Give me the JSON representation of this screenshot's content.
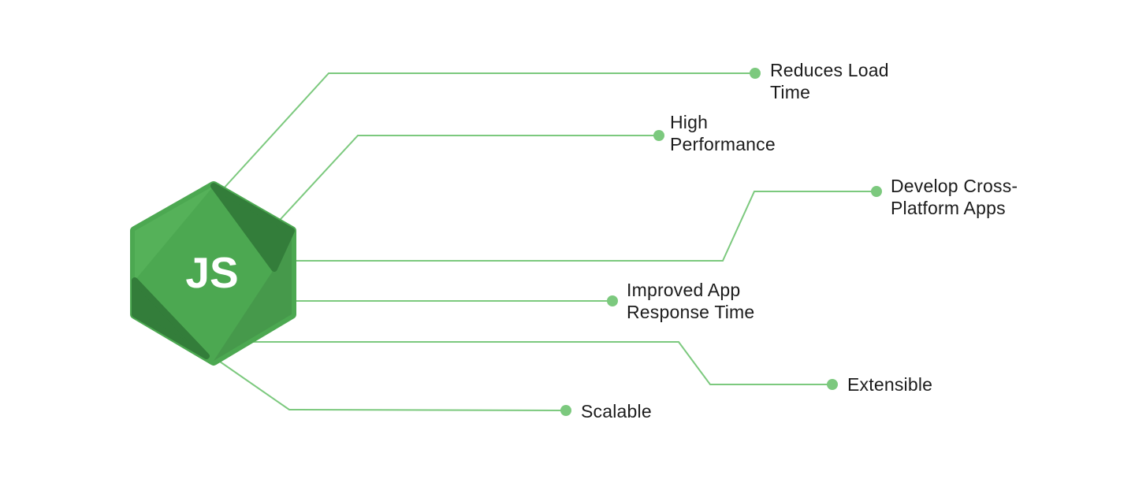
{
  "logo": {
    "label": "JS"
  },
  "features": [
    {
      "id": "reduces-load-time",
      "label": "Reduces Load\nTime"
    },
    {
      "id": "high-performance",
      "label": "High\nPerformance"
    },
    {
      "id": "develop-cross-platform-apps",
      "label": "Develop Cross-\nPlatform Apps"
    },
    {
      "id": "improved-app-response-time",
      "label": "Improved App\nResponse Time"
    },
    {
      "id": "extensible",
      "label": "Extensible"
    },
    {
      "id": "scalable",
      "label": "Scalable"
    }
  ],
  "colors": {
    "connector": "#7CC97E",
    "hexagon_base": "#4CA851",
    "hexagon_light": "#55B159",
    "hexagon_medium": "#46994B",
    "hexagon_dark": "#337D3A",
    "logo_text": "#FFFFFF",
    "label_text": "#1C1C1C"
  }
}
